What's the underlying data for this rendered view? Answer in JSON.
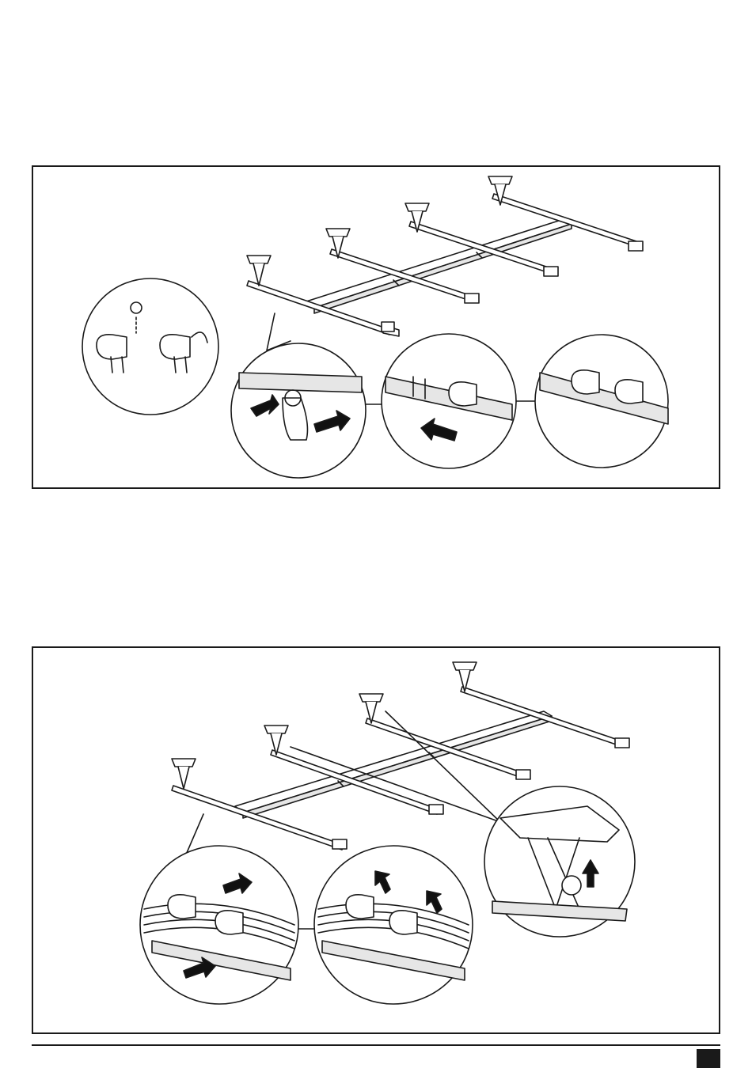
{
  "colors": {
    "line": "#1a1a1a",
    "fill": "#ffffff",
    "shade": "#d9d9d9",
    "arrow": "#111111"
  },
  "figures": [
    {
      "name": "step-fit-clips-to-rail",
      "callouts": 4,
      "arrows": 3
    },
    {
      "name": "step-route-cables-and-close-clips",
      "callouts": 3,
      "arrows": 5
    }
  ],
  "footer": {
    "page_marker": ""
  }
}
